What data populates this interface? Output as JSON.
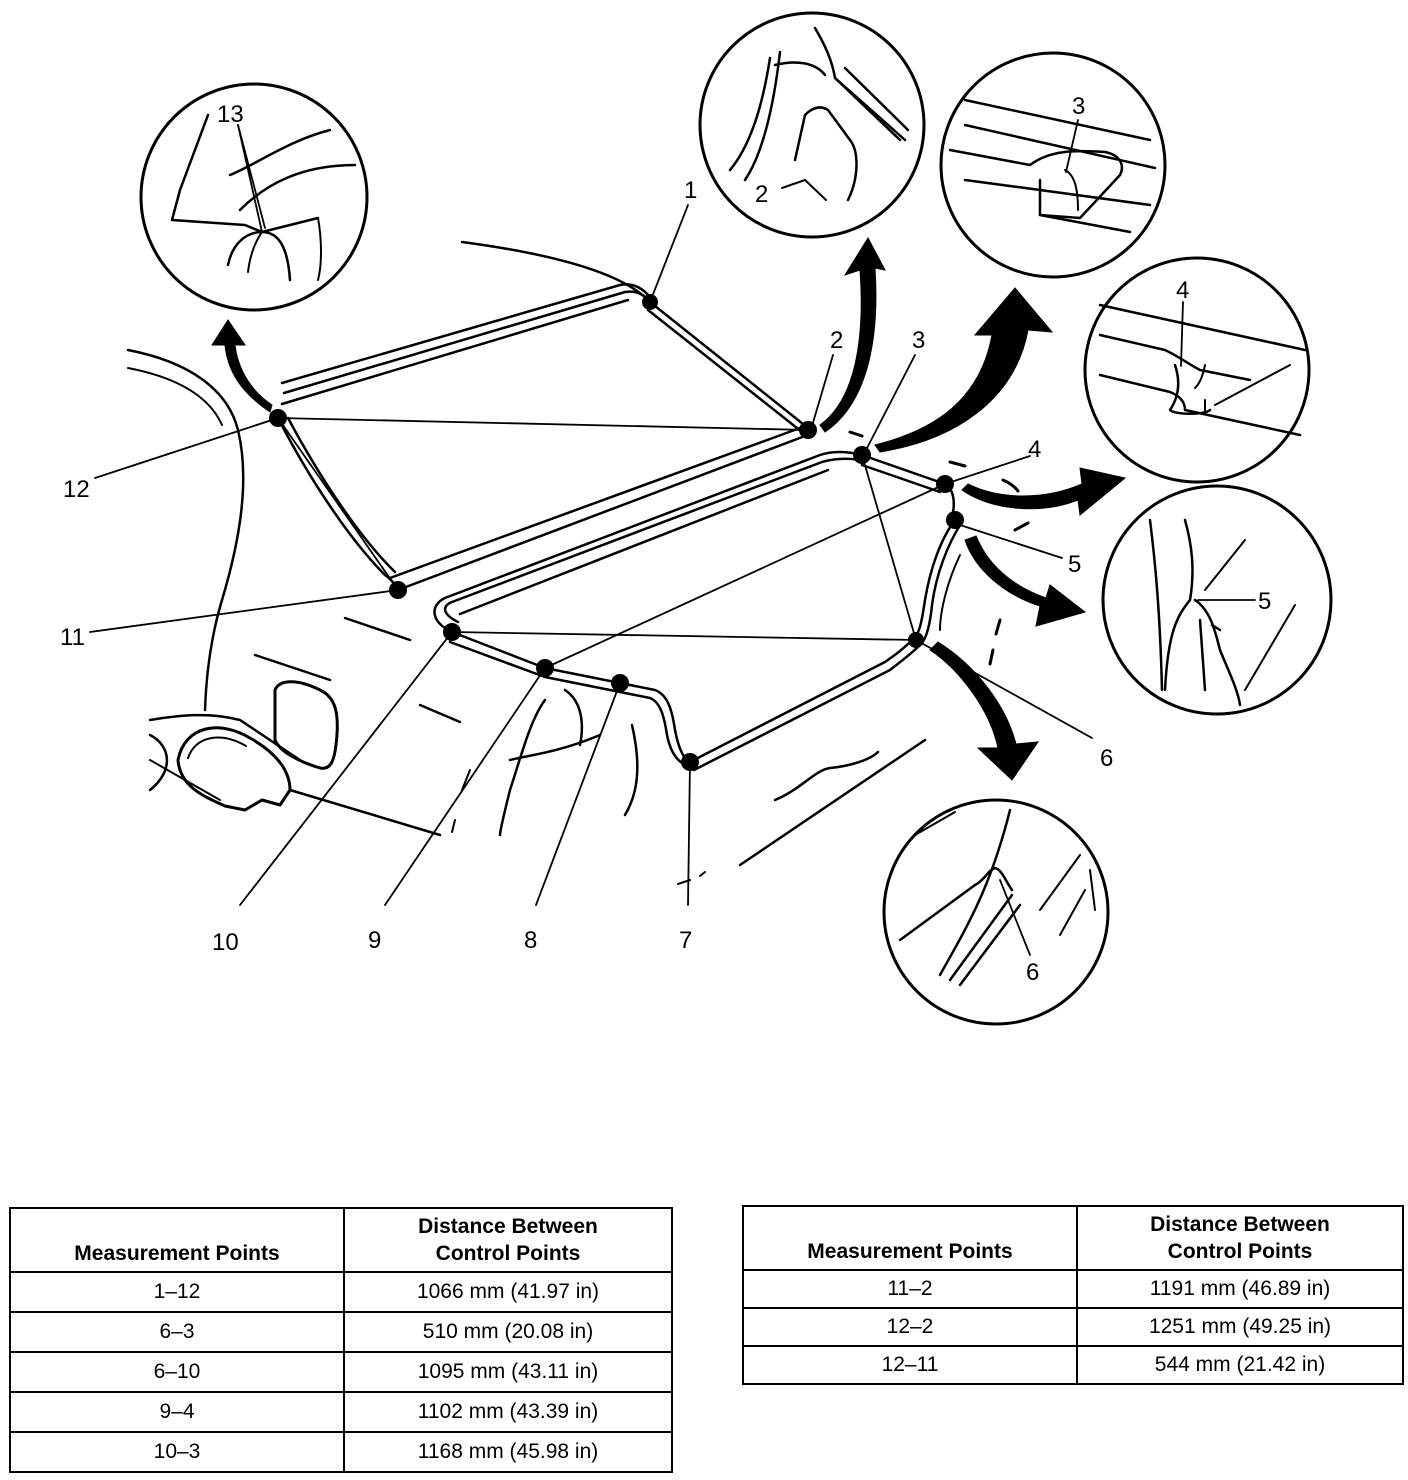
{
  "diagram": {
    "point_labels": [
      "1",
      "2",
      "3",
      "4",
      "5",
      "6",
      "7",
      "8",
      "9",
      "10",
      "11",
      "12"
    ],
    "detail_labels": {
      "d13": "13",
      "d2": "2",
      "d3": "3",
      "d4": "4",
      "d5": "5",
      "d6": "6"
    }
  },
  "tables": {
    "left": {
      "headers": {
        "points": "Measurement Points",
        "dist_line1": "Distance Between",
        "dist_line2": "Control Points"
      },
      "rows": [
        {
          "points": "1–12",
          "distance": "1066 mm (41.97 in)"
        },
        {
          "points": "6–3",
          "distance": "510 mm (20.08 in)"
        },
        {
          "points": "6–10",
          "distance": "1095 mm (43.11 in)"
        },
        {
          "points": "9–4",
          "distance": "1102 mm (43.39 in)"
        },
        {
          "points": "10–3",
          "distance": "1168 mm (45.98 in)"
        }
      ]
    },
    "right": {
      "headers": {
        "points": "Measurement Points",
        "dist_line1": "Distance Between",
        "dist_line2": "Control Points"
      },
      "rows": [
        {
          "points": "11–2",
          "distance": "1191 mm (46.89 in)"
        },
        {
          "points": "12–2",
          "distance": "1251 mm (49.25 in)"
        },
        {
          "points": "12–11",
          "distance": "544 mm (21.42 in)"
        }
      ]
    }
  }
}
